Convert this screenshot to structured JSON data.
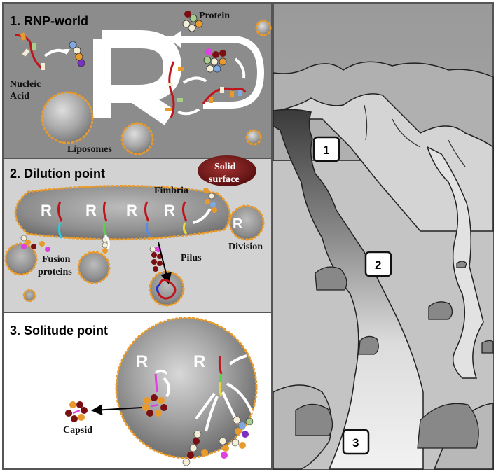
{
  "panels": {
    "p1_title": "1. RNP-world",
    "p2_title": "2. Dilution point",
    "p3_title": "3. Solitude point"
  },
  "labels": {
    "protein": "Protein",
    "nucleic_1": "Nucleic",
    "nucleic_2": "Acid",
    "liposomes": "Liposomes",
    "fimbria": "Fimbria",
    "solid_1": "Solid",
    "solid_2": "surface",
    "division": "Division",
    "fusion_1": "Fusion",
    "fusion_2": "proteins",
    "pilus": "Pilus",
    "capsid": "Capsid"
  },
  "landscape": {
    "marker_1": "1",
    "marker_2": "2",
    "marker_3": "3"
  },
  "colors": {
    "panel1_bg": "#8c8c8c",
    "panel2_bg": "#d2d2d2",
    "panel3_bg": "#ffffff",
    "membrane_dots": "#e89a2c",
    "rna_strand": "#c0141c",
    "bead_dark_red": "#7a0f12",
    "bead_orange": "#f0a030",
    "bead_cream": "#f4eed6",
    "bead_magenta": "#e040e0",
    "bead_purple": "#7a30c0",
    "bead_blue": "#7fa7e0",
    "bead_green": "#a8d08c",
    "solid_surface": "#7a1a1a"
  }
}
